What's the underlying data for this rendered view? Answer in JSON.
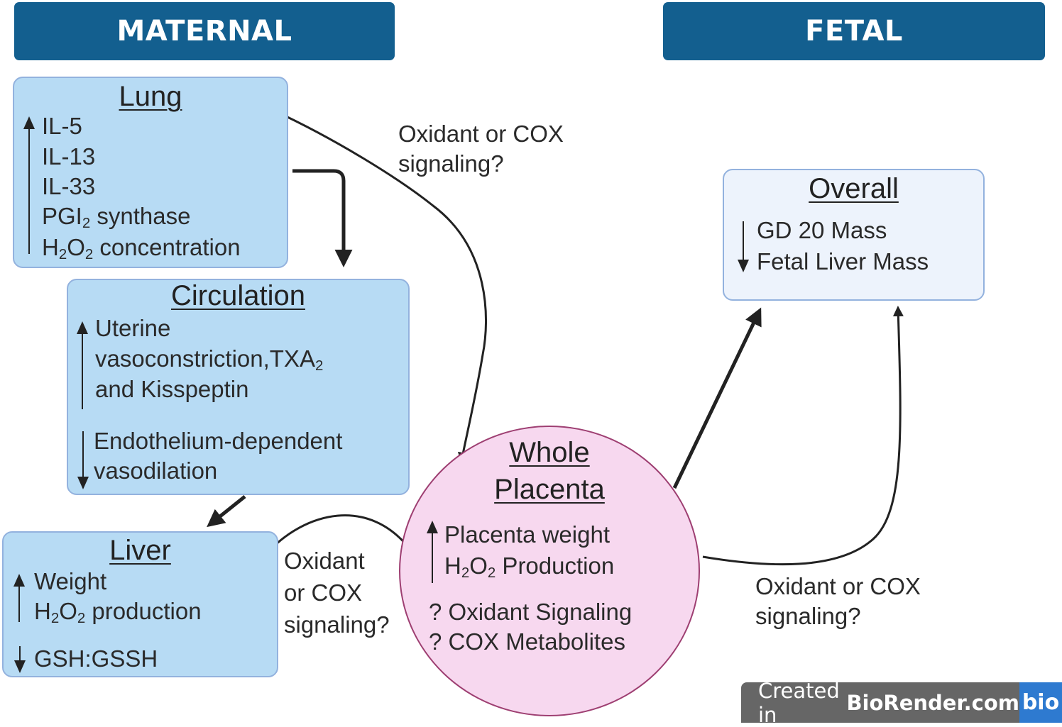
{
  "headers": {
    "maternal": "MATERNAL",
    "fetal": "FETAL"
  },
  "colors": {
    "header_bg": "#135f8f",
    "box_bg": "#b7dbf4",
    "box_border": "#93b2de",
    "overall_bg": "#edf3fc",
    "placenta_bg": "#f7d8ef",
    "placenta_border": "#9e3f72",
    "badge_bg": "#666666",
    "badge_logo_bg": "#2e7ad0"
  },
  "lung": {
    "title": "Lung",
    "direction": "increase",
    "items": [
      "IL-5",
      "IL-13",
      "IL-33",
      "PGI₂ synthase",
      "H₂O₂ concentration"
    ]
  },
  "circulation": {
    "title": "Circulation",
    "increase_direction": "increase",
    "increase_lines": [
      "Uterine",
      "vasoconstriction,TXA₂",
      "and Kisspeptin"
    ],
    "decrease_direction": "decrease",
    "decrease_lines": [
      "Endothelium-dependent",
      "vasodilation"
    ]
  },
  "liver": {
    "title": "Liver",
    "increase_direction": "increase",
    "increase_lines": [
      "Weight",
      "H₂O₂ production"
    ],
    "decrease_direction": "decrease",
    "decrease_lines": [
      "GSH:GSSH"
    ]
  },
  "placenta": {
    "title_line1": "Whole",
    "title_line2": "Placenta",
    "increase_direction": "increase",
    "increase_lines": [
      "Placenta weight",
      "H₂O₂ Production"
    ],
    "question_lines": [
      "? Oxidant Signaling",
      "? COX Metabolites"
    ]
  },
  "overall": {
    "title": "Overall",
    "direction": "decrease",
    "items": [
      "GD 20 Mass",
      "Fetal Liver Mass"
    ]
  },
  "edge_labels": {
    "lung_to_placenta": [
      "Oxidant or COX",
      "signaling?"
    ],
    "liver_to_placenta": [
      "Oxidant",
      "or COX",
      "signaling?"
    ],
    "placenta_to_fetal": [
      "Oxidant or COX",
      "signaling?"
    ]
  },
  "badge": {
    "prefix": "Created in",
    "brand": "BioRender.com",
    "logo": "bio"
  }
}
